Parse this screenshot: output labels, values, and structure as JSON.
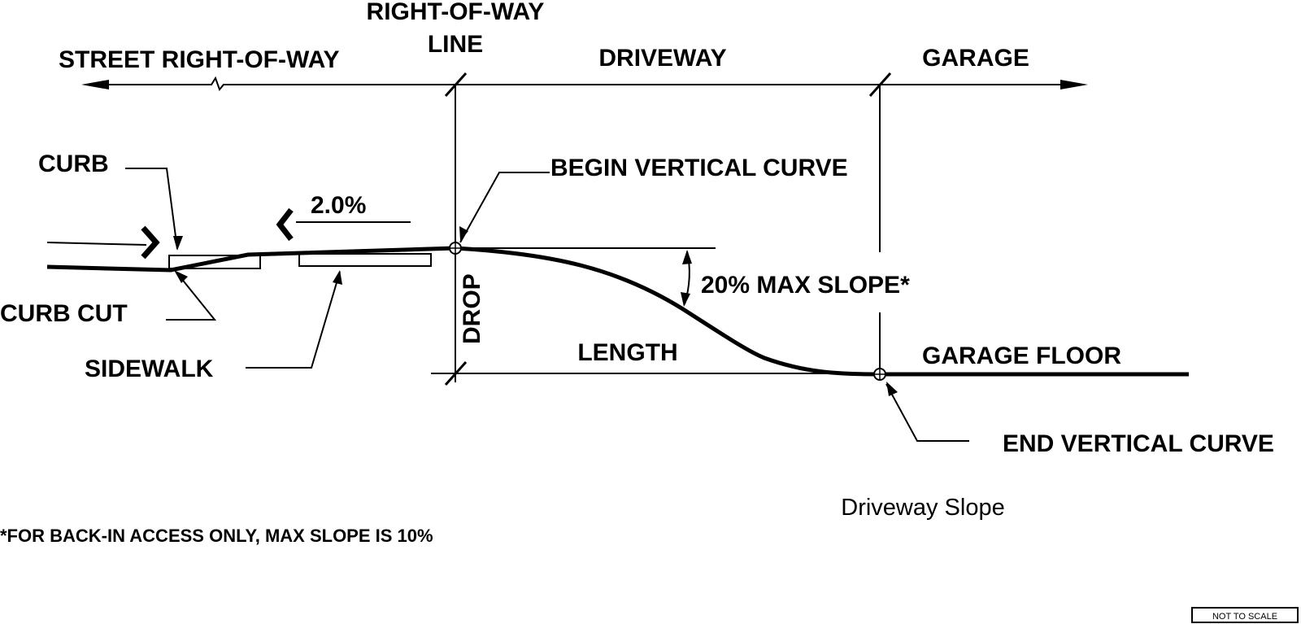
{
  "labels": {
    "street_row": "STREET RIGHT-OF-WAY",
    "row_line_1": "RIGHT-OF-WAY",
    "row_line_2": "LINE",
    "driveway": "DRIVEWAY",
    "garage": "GARAGE",
    "curb": "CURB",
    "slope_2pct": "2.0%",
    "begin_vc": "BEGIN VERTICAL CURVE",
    "max_slope": "20% MAX SLOPE*",
    "curb_cut": "CURB CUT",
    "drop": "DROP",
    "length": "LENGTH",
    "garage_floor": "GARAGE FLOOR",
    "sidewalk": "SIDEWALK",
    "end_vc": "END VERTICAL CURVE",
    "caption": "Driveway Slope",
    "footnote": "*FOR BACK-IN ACCESS ONLY, MAX SLOPE IS 10%",
    "scale_note": "NOT TO SCALE"
  }
}
